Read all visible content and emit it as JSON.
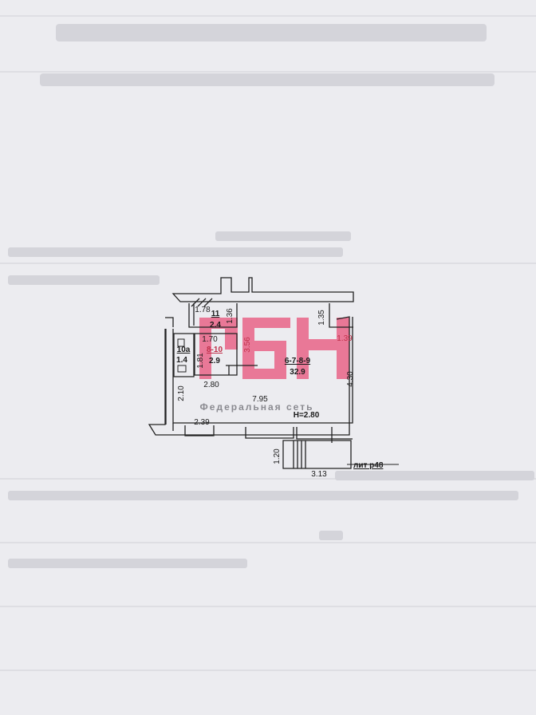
{
  "plan": {
    "rooms": [
      {
        "id": "11",
        "area": "2.4"
      },
      {
        "id": "8-10",
        "area": "2.9"
      },
      {
        "id": "10а",
        "area": "1.4"
      },
      {
        "id": "6-7-8-9",
        "area": "32.9"
      }
    ],
    "dimensions": {
      "d178": "1.78",
      "d136": "1.36",
      "d170": "1.70",
      "d181": "1.81",
      "d356": "3.56",
      "d135": "1.35",
      "d139": "1.39",
      "d280": "2.80",
      "d795": "7.95",
      "d210": "2.10",
      "d239": "2.39",
      "d430": "4.30",
      "d120": "1.20",
      "d313": "3.13"
    },
    "height": "H=2.80",
    "sheet_label": "лит р48"
  },
  "watermark": {
    "logo": "РБН",
    "subtitle": "Федеральная сеть",
    "color": "#e8527a"
  }
}
